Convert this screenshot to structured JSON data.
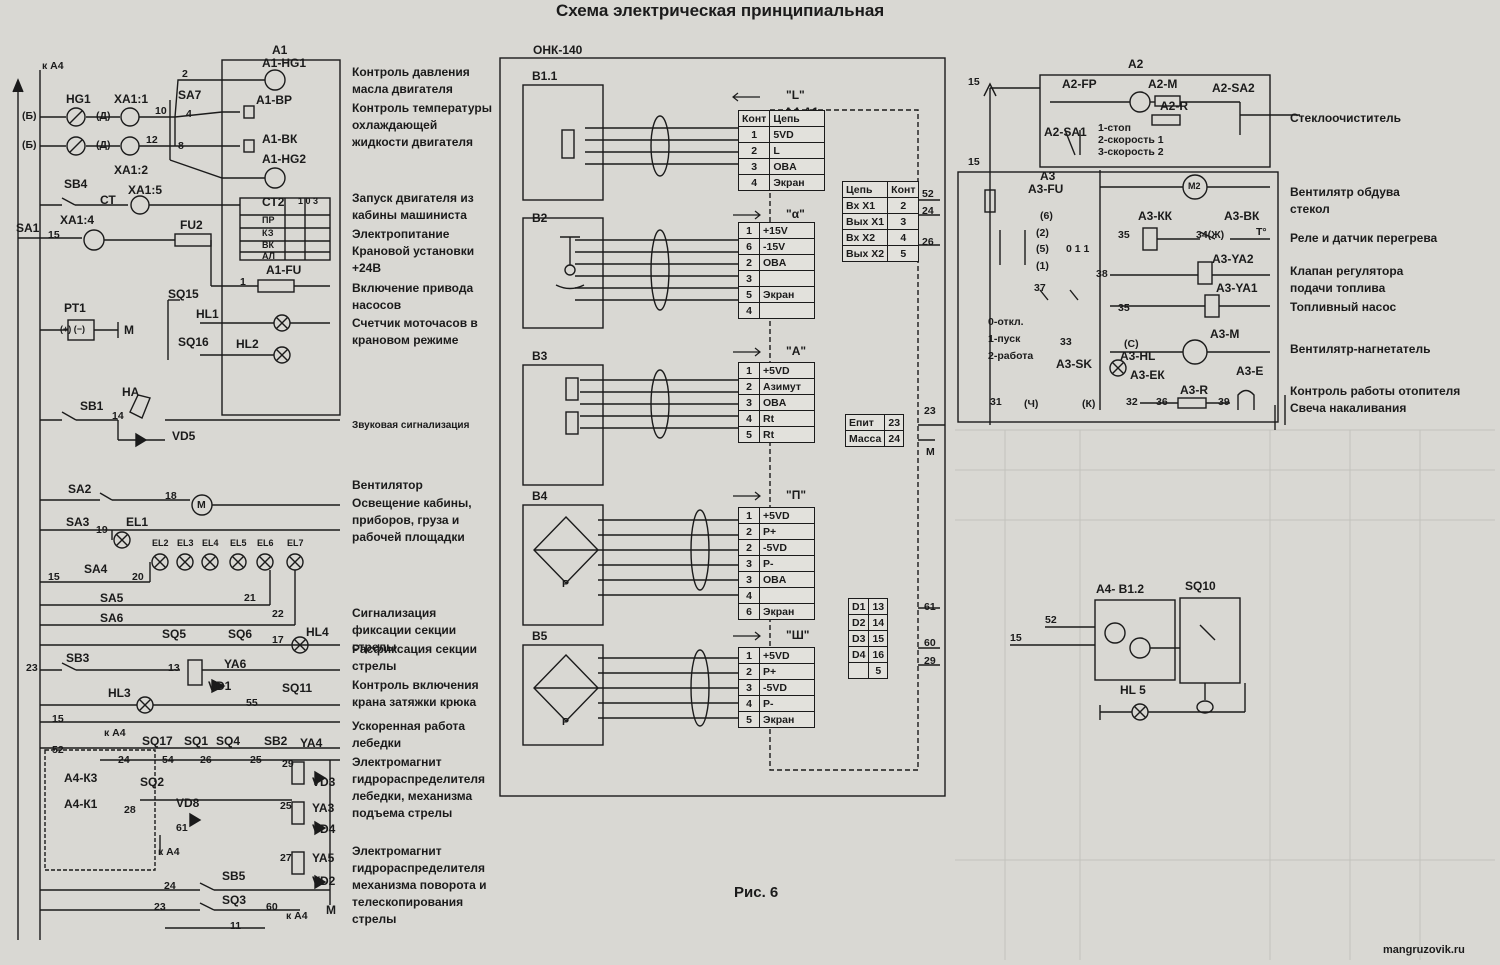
{
  "title": "Схема электрическая принципиальная",
  "figure_caption": "Рис. 6",
  "watermark": "mangruzovik.ru",
  "left_panel": {
    "descriptions": [
      {
        "text": "Контроль давления масла двигателя"
      },
      {
        "text": "Контроль температуры охлаждающей жидкости двигателя"
      },
      {
        "text": "Запуск двигателя из кабины машиниста"
      },
      {
        "text": "Электропитание Крановой установки +24В"
      },
      {
        "text": "Включение привода насосов"
      },
      {
        "text": "Счетчик моточасов в крановом режиме"
      },
      {
        "text": "Звуковая сигнализация"
      },
      {
        "text": "Вентилятор"
      },
      {
        "text": "Освещение кабины, приборов, груза и рабочей площадки"
      },
      {
        "text": "Сигнализация фиксации секции стрелы"
      },
      {
        "text": "Расфиксация секции стрелы"
      },
      {
        "text": "Контроль включения крана затяжки крюка"
      },
      {
        "text": "Ускоренная работа лебедки"
      },
      {
        "text": "Электромагнит гидрораспределителя лебедки, механизма подъема стрелы"
      },
      {
        "text": "Электромагнит гидрораспределителя механизма поворота и телескопирования стрелы"
      }
    ],
    "labels": {
      "ka4": "к А4",
      "b1": "(Б)",
      "b2": "(Б)",
      "hg1": "HG1",
      "xa11": "ХА1:1",
      "xa12": "ХА1:2",
      "d1": "(Д)",
      "d2": "(Д)",
      "n10": "10",
      "n12": "12",
      "n2": "2",
      "n4": "4",
      "n8": "8",
      "sa7": "SA7",
      "a1": "А1",
      "a1hg1": "А1-НG1",
      "a1bp": "А1-ВР",
      "a1bk": "А1-ВК",
      "a1hg2": "А1-НG2",
      "sb4": "SB4",
      "ct": "СТ",
      "xa15": "ХА1:5",
      "ct2": "СТ2",
      "ct2n": "1 0 3",
      "pr": "ПР",
      "kz": "КЗ",
      "vk": "ВК",
      "al": "АЛ",
      "sa1": "SA1",
      "xa14": "ХА1:4",
      "n15a": "15",
      "fu2": "FU2",
      "n1": "1",
      "a1fu": "А1-FU",
      "pt1": "РТ1",
      "pm": "(+)  (−)",
      "m1": "М",
      "sq15": "SQ15",
      "hl1": "HL1",
      "sq16": "SQ16",
      "hl2": "HL2",
      "ha": "НА",
      "sb1": "SB1",
      "n14": "14",
      "vd5": "VD5",
      "sa2": "SA2",
      "n18": "18",
      "m": "M",
      "sa3": "SA3",
      "n19": "19",
      "el1": "EL1",
      "el2": "EL2",
      "el3": "EL3",
      "el4": "EL4",
      "el5": "EL5",
      "el6": "EL6",
      "el7": "EL7",
      "n15b": "15",
      "sa4": "SA4",
      "n20": "20",
      "sa5": "SA5",
      "n21": "21",
      "sa6": "SA6",
      "n22": "22",
      "sq5": "SQ5",
      "sq6": "SQ6",
      "n17": "17",
      "hl4": "HL4",
      "n23": "23",
      "sb3": "SB3",
      "n13": "13",
      "ya6": "YA6",
      "vd1": "VD1",
      "hl3": "HL3",
      "n55": "55",
      "sq11": "SQ11",
      "n15c": "15",
      "ka4b": "к А4",
      "n52": "52",
      "sq17": "SQ17",
      "sq1": "SQ1",
      "sq4": "SQ4",
      "sb2": "SB2",
      "ya4": "YA4",
      "a4k3": "А4-К3",
      "n24": "24",
      "n54": "54",
      "n26": "26",
      "n25": "25",
      "n29": "29",
      "sq2": "SQ2",
      "vd3": "VD3",
      "a4k1": "А4-К1",
      "vd8": "VD8",
      "n28": "28",
      "n25b": "25",
      "ya3": "YA3",
      "n61": "61",
      "vd4": "VD4",
      "ka4c": "к А4",
      "n27": "27",
      "ya5": "YA5",
      "vd2": "VD2",
      "n24b": "24",
      "sb5": "SB5",
      "n23b": "23",
      "sq3": "SQ3",
      "n60": "60",
      "ka4d": "к А4",
      "n11": "11",
      "mm": "M"
    }
  },
  "onk": {
    "title": "ОНК-140",
    "a4a1": "А4-А1",
    "sensors": [
      {
        "name": "В1.1",
        "connector": "\"L\"",
        "rows": [
          [
            "Конт",
            "Цепь"
          ],
          [
            "1",
            "5VD"
          ],
          [
            "2",
            "L"
          ],
          [
            "3",
            "OBA"
          ],
          [
            "4",
            "Экран"
          ]
        ]
      },
      {
        "name": "В2",
        "connector": "\"α\"",
        "rows": [
          [
            "1",
            "+15V"
          ],
          [
            "6",
            "-15V"
          ],
          [
            "2",
            "OBA"
          ],
          [
            "3",
            ""
          ],
          [
            "5",
            "Экран"
          ],
          [
            "4",
            ""
          ]
        ]
      },
      {
        "name": "В3",
        "connector": "\"А\"",
        "rows": [
          [
            "1",
            "+5VD"
          ],
          [
            "2",
            "Азимут"
          ],
          [
            "3",
            "OBA"
          ],
          [
            "4",
            "Rt"
          ],
          [
            "5",
            "Rt"
          ]
        ]
      },
      {
        "name": "В4",
        "connector": "\"П\"",
        "p": "Р",
        "rows": [
          [
            "1",
            "+5VD"
          ],
          [
            "2",
            "P+"
          ],
          [
            "2",
            "-5VD"
          ],
          [
            "3",
            "P-"
          ],
          [
            "3",
            "OBA"
          ],
          [
            "4",
            ""
          ],
          [
            "6",
            "Экран"
          ]
        ]
      },
      {
        "name": "В5",
        "connector": "\"Ш\"",
        "p": "Р",
        "rows": [
          [
            "1",
            "+5VD"
          ],
          [
            "2",
            "P+"
          ],
          [
            "3",
            "-5VD"
          ],
          [
            "4",
            "P-"
          ],
          [
            "5",
            "Экран"
          ]
        ]
      }
    ],
    "io_table": {
      "rows": [
        [
          "Цепь",
          "Конт"
        ],
        [
          "Вх X1",
          "2"
        ],
        [
          "Вых X1",
          "3"
        ],
        [
          "Вх X2",
          "4"
        ],
        [
          "Вых X2",
          "5"
        ]
      ],
      "wires": [
        "52",
        "24",
        "26"
      ]
    },
    "power_table": {
      "rows": [
        [
          "Eпит",
          "23"
        ],
        [
          "Масса",
          "24"
        ]
      ],
      "wire": "23",
      "m": "M"
    },
    "d_table": {
      "rows": [
        [
          "D1",
          "13"
        ],
        [
          "D2",
          "14"
        ],
        [
          "D3",
          "15"
        ],
        [
          "D4",
          "16"
        ],
        [
          "",
          "5"
        ]
      ],
      "wires": [
        "61",
        "60",
        "29"
      ]
    }
  },
  "right_panel": {
    "descriptions": [
      {
        "text": "Стеклоочиститель"
      },
      {
        "text": "Вентилятр обдува стекол"
      },
      {
        "text": "Реле и датчик перегрева"
      },
      {
        "text": "Клапан регулятора подачи топлива"
      },
      {
        "text": "Топливный насос"
      },
      {
        "text": "Вентилятр-нагнетатель"
      },
      {
        "text": "Контроль работы отопителя"
      },
      {
        "text": "Свеча накаливания"
      }
    ],
    "labels": {
      "a2": "А2",
      "n15": "15",
      "a2fp": "А2-FP",
      "a2m": "А2-М",
      "a2r": "А2-R",
      "a2sa2": "А2-SA2",
      "a2sa1": "А2-SA1",
      "mode1": "1-стоп",
      "mode2": "2-скорость 1",
      "mode3": "3-скорость 2",
      "a3": "А3",
      "a3fu": "А3-FU",
      "n15b": "15",
      "m2": "М2",
      "s6": "(6)",
      "s2": "(2)",
      "s5": "(5)",
      "s1": "(1)",
      "sw": "0 1 1",
      "n35": "35",
      "a3kk": "А3-КК",
      "a3bk": "А3-ВК",
      "n34": "34(Ж)",
      "tdeg": "Т°",
      "n38": "38",
      "a3ya2": "А3-YA2",
      "n37": "37",
      "n35b": "35",
      "a3ya1": "А3-YA1",
      "off": "0-откл.",
      "start": "1-пуск",
      "work": "2-работа",
      "n33": "33",
      "c": "(С)",
      "a3sk": "А3-SK",
      "a3hl": "А3-НL",
      "a3ek": "А3-ЕК",
      "a3m": "А3-М",
      "n31": "31",
      "ch": "(Ч)",
      "k": "(К)",
      "n32": "32",
      "n36": "36",
      "a3r": "А3-R",
      "n39": "39",
      "a3e": "А3-Е"
    }
  },
  "bottom_right": {
    "labels": {
      "a4b12": "А4- В1.2",
      "sq10": "SQ10",
      "n52": "52",
      "n15": "15",
      "hl5": "HL 5"
    }
  }
}
